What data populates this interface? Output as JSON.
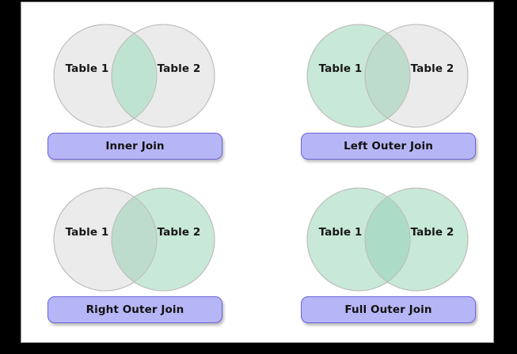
{
  "slide": {
    "background_color": "#ffffff",
    "letterbox_color": "#000000",
    "border_color": "#9a9a9a"
  },
  "palette": {
    "neutral_fill": "#ebebeb",
    "highlight_fill": "#c8e8d8",
    "intersection_fill": "#b4ddc9",
    "circle_stroke": "#bcbcbc",
    "button_fill": "#b6b6f6",
    "button_border": "#6c63d8",
    "text_color": "#171717"
  },
  "panels": [
    {
      "id": "inner-join",
      "label": "Inner Join",
      "left_circle_label": "Table 1",
      "right_circle_label": "Table 2",
      "left_highlighted": false,
      "right_highlighted": false,
      "intersection_highlighted": true
    },
    {
      "id": "left-outer-join",
      "label": "Left Outer Join",
      "left_circle_label": "Table 1",
      "right_circle_label": "Table 2",
      "left_highlighted": true,
      "right_highlighted": false,
      "intersection_highlighted": true
    },
    {
      "id": "right-outer-join",
      "label": "Right Outer Join",
      "left_circle_label": "Table 1",
      "right_circle_label": "Table 2",
      "left_highlighted": false,
      "right_highlighted": true,
      "intersection_highlighted": true
    },
    {
      "id": "full-outer-join",
      "label": "Full Outer Join",
      "left_circle_label": "Table 1",
      "right_circle_label": "Table 2",
      "left_highlighted": true,
      "right_highlighted": true,
      "intersection_highlighted": true
    }
  ]
}
